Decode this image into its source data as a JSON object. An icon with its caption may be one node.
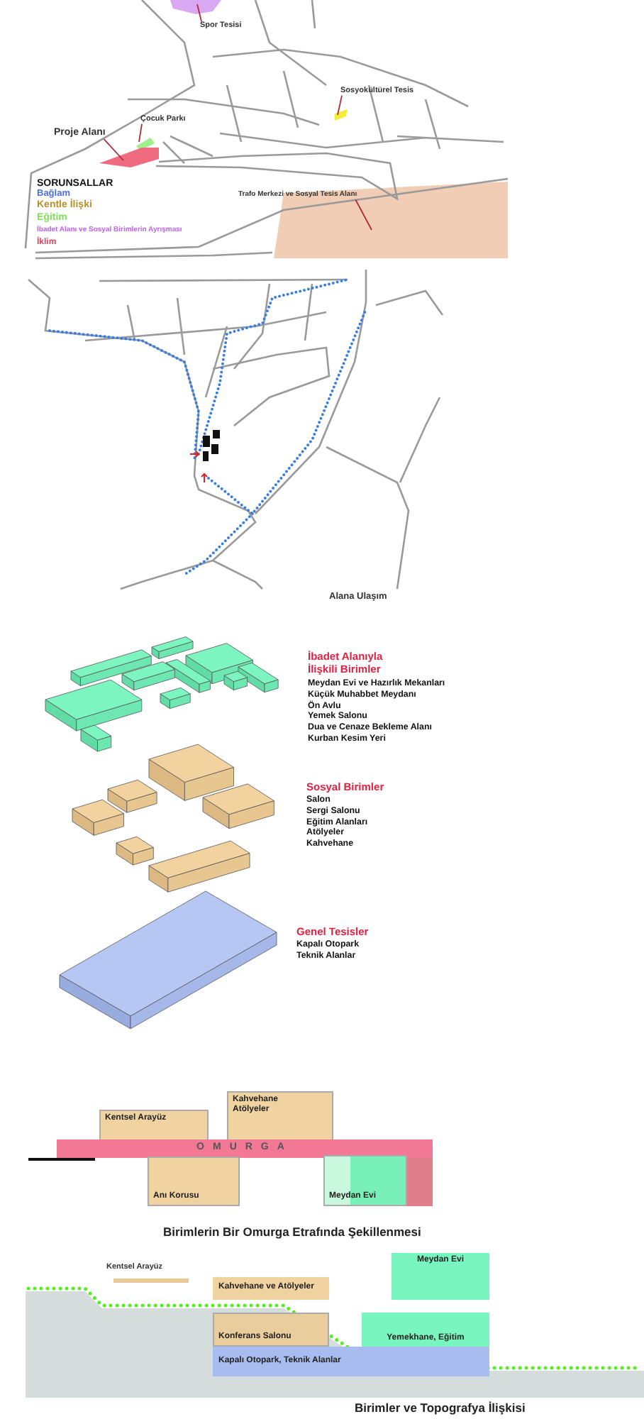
{
  "diagram": {
    "nodes": [
      {
        "text": [
          "Spor Tesisi"
        ]
      },
      {
        "text": [
          "Sosyokültürel Tesis"
        ]
      },
      {
        "text": [
          "Çocuk Parkı"
        ]
      },
      {
        "text": [
          "Proje Alanı"
        ]
      },
      {
        "text": [
          "Trafo Merkezi ve Sosyal Tesis Alanı"
        ]
      },
      {
        "text": [
          "Kentsel Arayüz"
        ]
      },
      {
        "text": [
          "Kahvehane Atölyeler"
        ]
      },
      {
        "text": [
          "OMURGA"
        ]
      },
      {
        "text": [
          "Anı Korusu"
        ]
      },
      {
        "text": [
          "Meydan Evi"
        ]
      },
      {
        "text": [
          "Kentsel Arayüz"
        ]
      },
      {
        "text": [
          "Meydan Evi"
        ]
      },
      {
        "text": [
          "Kahvehane ve Atölyeler"
        ]
      },
      {
        "text": [
          "Konferans Salonu"
        ]
      },
      {
        "text": [
          "Yemekhane, Eğitim"
        ]
      },
      {
        "text": [
          "Kapalı Otopark, Teknik Alanlar"
        ]
      }
    ],
    "edges": [
      {
        "from": 0,
        "to": null,
        "arrow": "none"
      },
      {
        "from": 1,
        "to": null,
        "arrow": "none"
      },
      {
        "from": 2,
        "to": null,
        "arrow": "none"
      },
      {
        "from": 3,
        "to": null,
        "arrow": "none"
      },
      {
        "from": 4,
        "to": null,
        "arrow": "none"
      }
    ],
    "labels": [
      "SORUNSALLAR",
      "Bağlam",
      "Kentle İlişki",
      "Eğitim",
      "İbadet Alanı ve Sosyal Birimlerin Ayrışması",
      "İklim",
      "Alana Ulaşım",
      "İbadet Alanıyla İlişkili Birimler",
      "Meydan Evi ve Hazırlık Mekanları",
      "Küçük Muhabbet Meydanı",
      "Ön Avlu",
      "Yemek Salonu",
      "Dua ve Cenaze Bekleme Alanı",
      "Kurban Kesim Yeri",
      "Sosyal Birimler",
      "Salon",
      "Sergi Salonu",
      "Eğitim Alanları",
      "Atölyeler",
      "Kahvehane",
      "Genel Tesisler",
      "Kapalı Otopark",
      "Teknik Alanlar",
      "Birimlerin Bir Omurga Etrafında Şekillenmesi",
      "Birimler ve Topografya İlişkisi"
    ]
  }
}
